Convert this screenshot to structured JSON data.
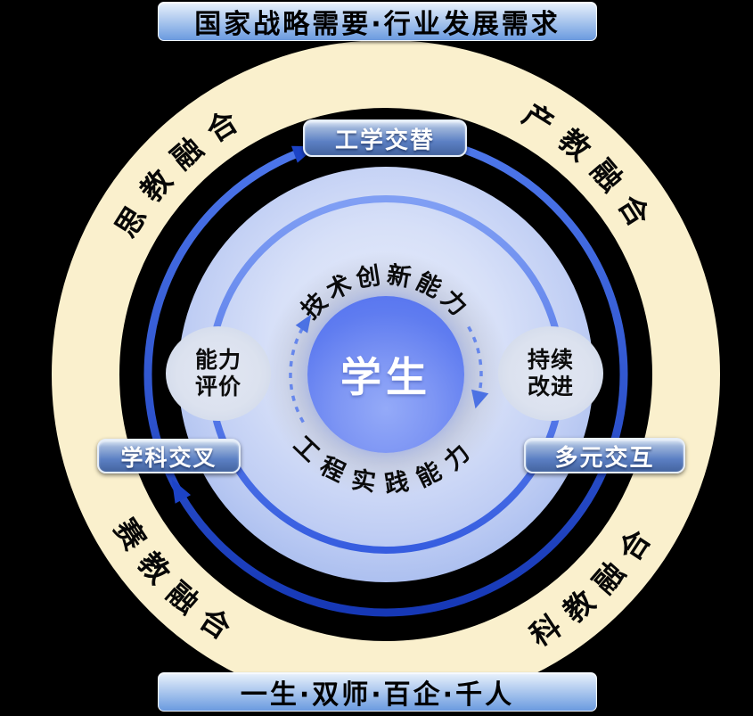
{
  "banners": {
    "top": "国家战略需要·行业发展需求",
    "bottom": "一生·双师·百企·千人"
  },
  "outer_ring": {
    "top_left": "思教融合",
    "top_right": "产教融合",
    "bottom_left": "赛教融合",
    "bottom_right": "科教融合"
  },
  "cycle_labels": {
    "top": "工学交替",
    "left": "学科交叉",
    "right": "多元交互"
  },
  "side_nodes": {
    "left": {
      "line1": "能力",
      "line2": "评价"
    },
    "right": {
      "line1": "持续",
      "line2": "改进"
    }
  },
  "ability_labels": {
    "top": "技术创新能力",
    "bottom": "工程实践能力"
  },
  "center": {
    "label": "学生"
  },
  "colors": {
    "ring_cream": "#FAF0CD",
    "outer_arrow_blue": "#1C46CA",
    "inner_arrow_blue": "#3560E6",
    "banner_blue": "#6B9ADF",
    "pill_blue": "#5C80C4",
    "disc_blue": "#BFCDF4",
    "halo_gray": "#C8CFE2",
    "center_blue": "#5F7CF0",
    "text_black": "#070707",
    "text_white": "#FFFFFF"
  }
}
